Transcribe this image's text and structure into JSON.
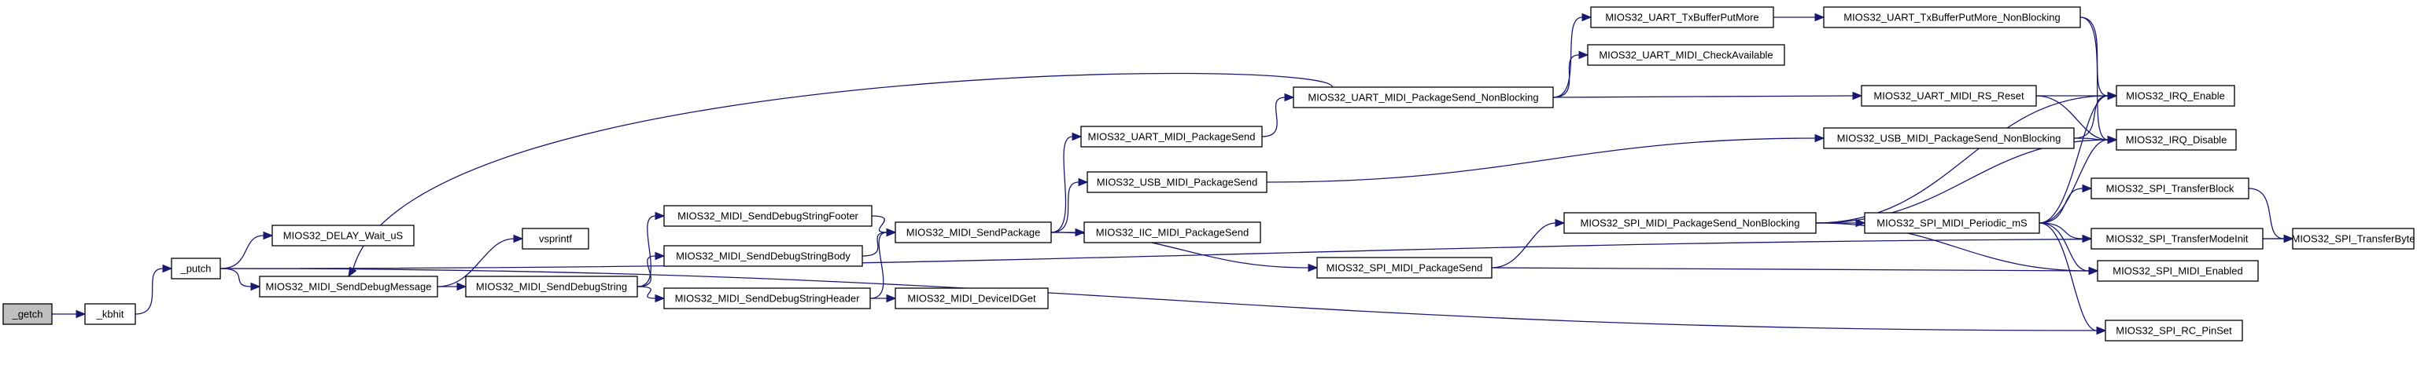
{
  "nodes": [
    {
      "id": "getch",
      "label": "_getch",
      "root": true
    },
    {
      "id": "kbhit",
      "label": "_kbhit"
    },
    {
      "id": "putch",
      "label": "_putch"
    },
    {
      "id": "delay",
      "label": "MIOS32_DELAY_Wait_uS"
    },
    {
      "id": "senddebugmsg",
      "label": "MIOS32_MIDI_SendDebugMessage"
    },
    {
      "id": "vsprintf",
      "label": "vsprintf"
    },
    {
      "id": "senddebugstr",
      "label": "MIOS32_MIDI_SendDebugString"
    },
    {
      "id": "footer",
      "label": "MIOS32_MIDI_SendDebugStringFooter"
    },
    {
      "id": "body",
      "label": "MIOS32_MIDI_SendDebugStringBody"
    },
    {
      "id": "header",
      "label": "MIOS32_MIDI_SendDebugStringHeader"
    },
    {
      "id": "sendpackage",
      "label": "MIOS32_MIDI_SendPackage"
    },
    {
      "id": "deviceid",
      "label": "MIOS32_MIDI_DeviceIDGet"
    },
    {
      "id": "uartsend",
      "label": "MIOS32_UART_MIDI_PackageSend"
    },
    {
      "id": "usbsend",
      "label": "MIOS32_USB_MIDI_PackageSend"
    },
    {
      "id": "iicsend",
      "label": "MIOS32_IIC_MIDI_PackageSend"
    },
    {
      "id": "spisend",
      "label": "MIOS32_SPI_MIDI_PackageSend"
    },
    {
      "id": "uartsendnb",
      "label": "MIOS32_UART_MIDI_PackageSend_NonBlocking"
    },
    {
      "id": "uarttxmore",
      "label": "MIOS32_UART_TxBufferPutMore"
    },
    {
      "id": "uartcheck",
      "label": "MIOS32_UART_MIDI_CheckAvailable"
    },
    {
      "id": "uarttxmorenb",
      "label": "MIOS32_UART_TxBufferPutMore_NonBlocking"
    },
    {
      "id": "uartrsreset",
      "label": "MIOS32_UART_MIDI_RS_Reset"
    },
    {
      "id": "usbsendnb",
      "label": "MIOS32_USB_MIDI_PackageSend_NonBlocking"
    },
    {
      "id": "spisendnb",
      "label": "MIOS32_SPI_MIDI_PackageSend_NonBlocking"
    },
    {
      "id": "spiperiodic",
      "label": "MIOS32_SPI_MIDI_Periodic_mS"
    },
    {
      "id": "irqenable",
      "label": "MIOS32_IRQ_Enable"
    },
    {
      "id": "irqdisable",
      "label": "MIOS32_IRQ_Disable"
    },
    {
      "id": "spitransferblock",
      "label": "MIOS32_SPI_TransferBlock"
    },
    {
      "id": "spitransfermode",
      "label": "MIOS32_SPI_TransferModeInit"
    },
    {
      "id": "spitransferbyte",
      "label": "MIOS32_SPI_TransferByte"
    },
    {
      "id": "spienabled",
      "label": "MIOS32_SPI_MIDI_Enabled"
    },
    {
      "id": "spircpin",
      "label": "MIOS32_SPI_RC_PinSet"
    }
  ],
  "edges": [
    [
      "getch",
      "kbhit"
    ],
    [
      "kbhit",
      "putch"
    ],
    [
      "putch",
      "delay"
    ],
    [
      "putch",
      "senddebugmsg"
    ],
    [
      "putch",
      "spircpin"
    ],
    [
      "putch",
      "spitransferbyte"
    ],
    [
      "senddebugmsg",
      "vsprintf"
    ],
    [
      "senddebugmsg",
      "senddebugstr"
    ],
    [
      "senddebugstr",
      "footer"
    ],
    [
      "senddebugstr",
      "body"
    ],
    [
      "senddebugstr",
      "header"
    ],
    [
      "footer",
      "sendpackage"
    ],
    [
      "body",
      "sendpackage"
    ],
    [
      "header",
      "sendpackage"
    ],
    [
      "header",
      "deviceid"
    ],
    [
      "sendpackage",
      "uartsend"
    ],
    [
      "sendpackage",
      "usbsend"
    ],
    [
      "sendpackage",
      "iicsend"
    ],
    [
      "sendpackage",
      "spisend"
    ],
    [
      "uartsend",
      "uartsendnb"
    ],
    [
      "uartsendnb",
      "senddebugmsg"
    ],
    [
      "uartsendnb",
      "uarttxmore"
    ],
    [
      "uartsendnb",
      "uartcheck"
    ],
    [
      "uartsendnb",
      "uartrsreset"
    ],
    [
      "uarttxmore",
      "uarttxmorenb"
    ],
    [
      "uarttxmorenb",
      "irqenable"
    ],
    [
      "uarttxmorenb",
      "irqdisable"
    ],
    [
      "uartrsreset",
      "irqenable"
    ],
    [
      "uartrsreset",
      "irqdisable"
    ],
    [
      "usbsend",
      "usbsendnb"
    ],
    [
      "usbsendnb",
      "irqenable"
    ],
    [
      "usbsendnb",
      "irqdisable"
    ],
    [
      "spisend",
      "spisendnb"
    ],
    [
      "spisend",
      "spienabled"
    ],
    [
      "spisendnb",
      "irqenable"
    ],
    [
      "spisendnb",
      "irqdisable"
    ],
    [
      "spisendnb",
      "spiperiodic"
    ],
    [
      "spisendnb",
      "spienabled"
    ],
    [
      "spiperiodic",
      "irqenable"
    ],
    [
      "spiperiodic",
      "irqdisable"
    ],
    [
      "spiperiodic",
      "spitransferblock"
    ],
    [
      "spiperiodic",
      "spitransfermode"
    ],
    [
      "spiperiodic",
      "spienabled"
    ],
    [
      "spiperiodic",
      "spircpin"
    ],
    [
      "spitransferblock",
      "spitransferbyte"
    ],
    [
      "spitransfermode",
      "spitransferbyte"
    ]
  ],
  "colors": {
    "edge": "#191970",
    "node_border": "#000000",
    "root_fill": "#bfbfbf"
  }
}
